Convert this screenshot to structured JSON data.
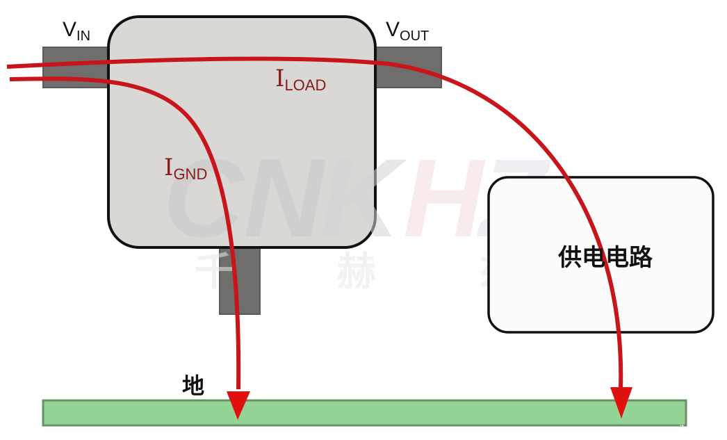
{
  "diagram": {
    "type": "regulator-current-flow",
    "labels": {
      "vin_main": "V",
      "vin_sub": "IN",
      "vout_main": "V",
      "vout_sub": "OUT",
      "iload_main": "I",
      "iload_sub": "LOAD",
      "ignd_main": "I",
      "ignd_sub": "GND",
      "ground": "地",
      "load_circuit": "供电电路"
    },
    "watermark": {
      "logo": "CNKHZ",
      "chars": [
        "千",
        "赫",
        "兹"
      ],
      "corner": "mcun7"
    },
    "colors": {
      "current": "#c8141b",
      "label_red": "#8b1a1a",
      "regulator_fill": "#d9d8d4",
      "pin_fill": "#6f6e6d",
      "ground_fill": "#94d494",
      "ground_stroke": "#6a8f6a",
      "outline": "#111111"
    }
  }
}
